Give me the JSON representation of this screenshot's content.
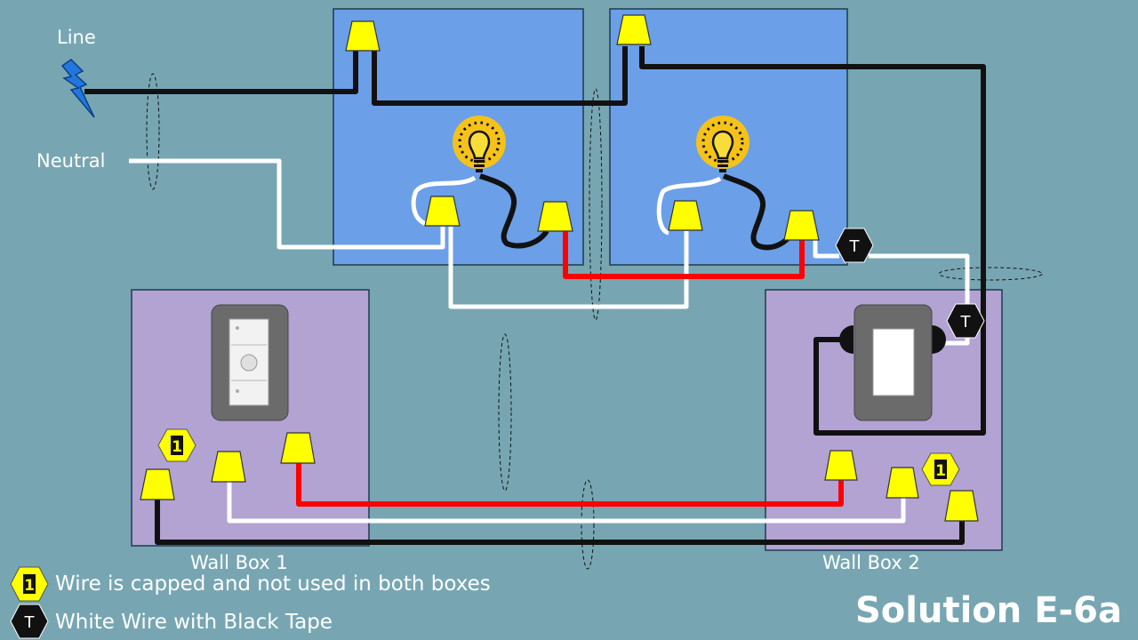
{
  "labels": {
    "line": "Line",
    "neutral": "Neutral",
    "wall_box_1": "Wall Box 1",
    "wall_box_2": "Wall Box 2"
  },
  "legend": {
    "capped_marker": "1",
    "capped_text": "Wire is capped and not used in both boxes",
    "tape_marker": "T",
    "tape_text": "White Wire with Black Tape"
  },
  "markers": {
    "capped": "1",
    "taped": "T"
  },
  "title": "Solution E-6a",
  "colors": {
    "background": "#77a6b2",
    "light_box": "#6b9fe8",
    "wall_box": "#b2a3d3",
    "hot_wire": "#111111",
    "neutral_wire": "#ffffff",
    "traveler_wire": "#ff0000",
    "wire_nut": "#ffff00",
    "bolt": "#2277dd"
  },
  "icons": [
    "lightning-bolt-icon",
    "light-bulb-icon",
    "dimmer-switch-icon",
    "rocker-switch-icon"
  ]
}
